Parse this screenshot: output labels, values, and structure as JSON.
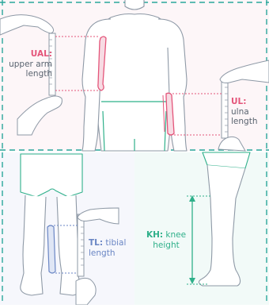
{
  "colors": {
    "ual": "#e4557a",
    "ul": "#e4557a",
    "tl": "#6a86c4",
    "kh": "#2fb08a",
    "dash": "#2aa79b",
    "outline": "#8e99a6",
    "bone_fill": "#f7dbe3",
    "tibia_fill": "#dfe6f5"
  },
  "labels": {
    "ual_abbr": "UAL:",
    "ual_name_1": "upper arm",
    "ual_name_2": "length",
    "ul_abbr": "UL:",
    "ul_name_1": "ulna",
    "ul_name_2": "length",
    "tl_abbr": "TL:",
    "tl_name_1": "tibial",
    "tl_name_2": "length",
    "kh_abbr": "KH:",
    "kh_name_1": "knee",
    "kh_name_2": "height"
  }
}
